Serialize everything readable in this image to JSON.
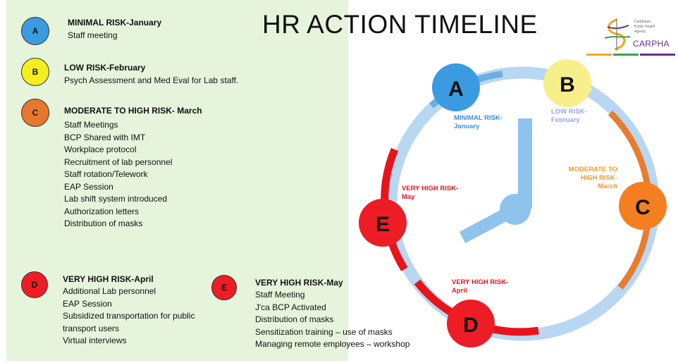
{
  "title": "HR ACTION TIMELINE",
  "logo": {
    "lines": [
      "Caribbean",
      "Public Health",
      "Agency"
    ],
    "name": "CARPHA"
  },
  "phases": [
    {
      "letter": "A",
      "label": "MINIMAL RISK-January",
      "color": "#3b9be0",
      "items": [
        "Staff meeting"
      ]
    },
    {
      "letter": "B",
      "label": "LOW RISK-February",
      "color": "#f5ef1f",
      "items": [
        "Psych Assessment and Med Eval for Lab staff."
      ]
    },
    {
      "letter": "C",
      "label": "MODERATE TO HIGH RISK- March",
      "color": "#e8772e",
      "items": [
        "Staff Meetings",
        "BCP Shared with IMT",
        "Workplace protocol",
        "Recruitment of lab personnel",
        "Staff rotation/Telework",
        "EAP Session",
        "Lab shift system introduced",
        "Authorization letters",
        "Distribution of masks"
      ]
    },
    {
      "letter": "D",
      "label": "VERY HIGH RISK-April",
      "color": "#ee1c24",
      "items": [
        "Additional Lab personnel",
        "EAP Session",
        "Subsidized transportation for public",
        "transport users",
        "Virtual interviews"
      ]
    },
    {
      "letter": "E",
      "label": "VERY HIGH RISK-May",
      "color": "#ee1c24",
      "items": [
        "Staff Meeting",
        "J'ca BCP Activated",
        "Distribution of masks",
        "Sensitization training – use of masks",
        "Managing remote employees – workshop"
      ]
    }
  ],
  "clock": {
    "nodes": [
      {
        "letter": "A",
        "label_lines": [
          "MINIMAL RISK-",
          "January"
        ],
        "fill": "#3b9be0",
        "label_color": "#3b8fd6"
      },
      {
        "letter": "B",
        "label_lines": [
          "LOW RISK-",
          "February"
        ],
        "fill": "#f7ef8a",
        "label_color": "#9aa6d8"
      },
      {
        "letter": "C",
        "label_lines": [
          "MODERATE TO",
          "HIGH RISK-",
          "March"
        ],
        "fill": "#f57f20",
        "label_color": "#f29a2e"
      },
      {
        "letter": "D",
        "label_lines": [
          "VERY HIGH RISK-",
          "April"
        ],
        "fill": "#ee1c24",
        "label_color": "#e8141c"
      },
      {
        "letter": "E",
        "label_lines": [
          "VERY HIGH RISK-",
          "May"
        ],
        "fill": "#ee1c24",
        "label_color": "#e8141c"
      }
    ]
  }
}
